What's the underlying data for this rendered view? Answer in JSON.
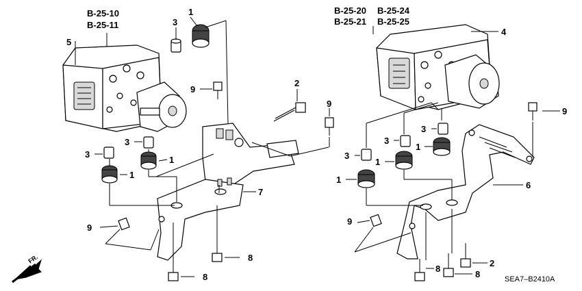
{
  "references": {
    "left": [
      "B-25-10",
      "B-25-11"
    ],
    "right_col1": [
      "B-25-20",
      "B-25-21"
    ],
    "right_col2": [
      "B-25-24",
      "B-25-25"
    ]
  },
  "callouts": {
    "c1a": "1",
    "c3a": "3",
    "c5": "5",
    "c9a": "9",
    "c2a": "2",
    "c9b": "9",
    "c3b": "3",
    "c1b": "1",
    "c3c": "3",
    "c1c": "1",
    "c7": "7",
    "c9c": "9",
    "c8a": "8",
    "c8b": "8",
    "c4": "4",
    "c9d": "9",
    "c3d": "3",
    "c3e": "3",
    "c1d": "1",
    "c1e": "1",
    "c6": "6",
    "c9e": "9",
    "c8c": "8",
    "c2b": "2",
    "c8d": "8"
  },
  "direction_label": "FR.",
  "diagram_code": "SEA7–B2410A"
}
